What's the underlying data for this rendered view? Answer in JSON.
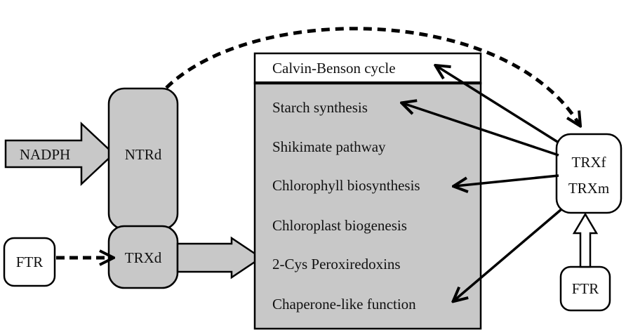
{
  "colors": {
    "box_fill": "#c8c8c8",
    "stroke": "#000000",
    "background": "#ffffff",
    "white_box": "#ffffff"
  },
  "inputs": {
    "nadph": "NADPH",
    "ftr_left": "FTR",
    "ftr_right": "FTR"
  },
  "ntr_complex": {
    "ntrd": "NTRd",
    "trxd": "TRXd"
  },
  "targets": {
    "header": "Calvin-Benson cycle",
    "items": [
      "Starch synthesis",
      "Shikimate pathway",
      "Chlorophyll biosynthesis",
      "Chloroplast biogenesis",
      "2-Cys Peroxiredoxins",
      "Chaperone-like function"
    ]
  },
  "trx_box": {
    "line1": "TRXf",
    "line2": "TRXm"
  }
}
